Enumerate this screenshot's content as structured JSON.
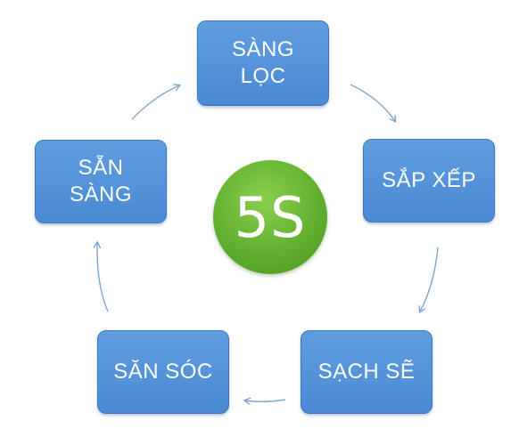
{
  "center": {
    "label": "5S"
  },
  "steps": [
    {
      "line1": "SÀNG",
      "line2": "LỌC"
    },
    {
      "line1": "SẮP XẾP"
    },
    {
      "line1": "SẠCH SẼ"
    },
    {
      "line1": "SĂN SÓC"
    },
    {
      "line1": "SẴN",
      "line2": "SÀNG"
    }
  ],
  "colors": {
    "box_fill": "#5b9bd5",
    "box_border": "#3e79bf",
    "circle_fill": "#62b030",
    "arrow": "#7ea6cf",
    "text": "#ffffff"
  }
}
